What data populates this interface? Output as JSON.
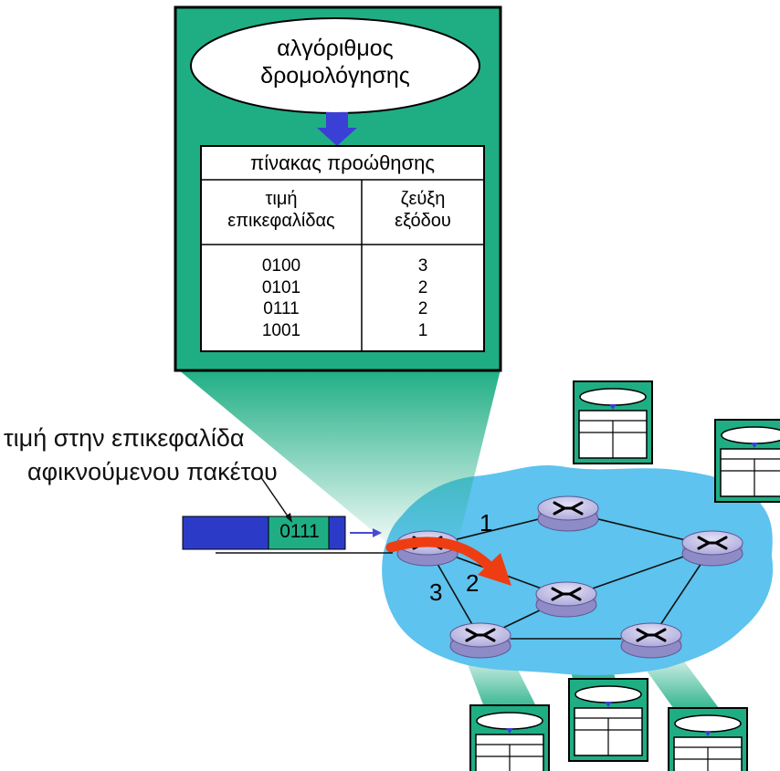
{
  "algorithm": {
    "line1": "αλγόριθμος",
    "line2": "δρομολόγησης"
  },
  "forwarding_table": {
    "title": "πίνακας προώθησης",
    "header_col1_line1": "τιμή",
    "header_col1_line2": "επικεφαλίδας",
    "header_col2_line1": "ζεύξη",
    "header_col2_line2": "εξόδου",
    "rows": [
      {
        "header_value": "0100",
        "output_link": "3"
      },
      {
        "header_value": "0101",
        "output_link": "2"
      },
      {
        "header_value": "0111",
        "output_link": "2"
      },
      {
        "header_value": "1001",
        "output_link": "1"
      }
    ]
  },
  "annotation": {
    "line1": "τιμή στην επικεφαλίδα",
    "line2": "αφικνούμενου πακέτου"
  },
  "packet": {
    "header_value": "0111"
  },
  "ports": {
    "port1": "1",
    "port2": "2",
    "port3": "3"
  },
  "colors": {
    "box_green": "#1fae84",
    "table_green": "#1fae84",
    "cloud_blue": "#5ec3ee",
    "packet_blue": "#2b3bc8",
    "arrow_red": "#ee3d12",
    "router_lavender": "#c9c6ea",
    "down_arrow_blue": "#3a3fd6"
  }
}
